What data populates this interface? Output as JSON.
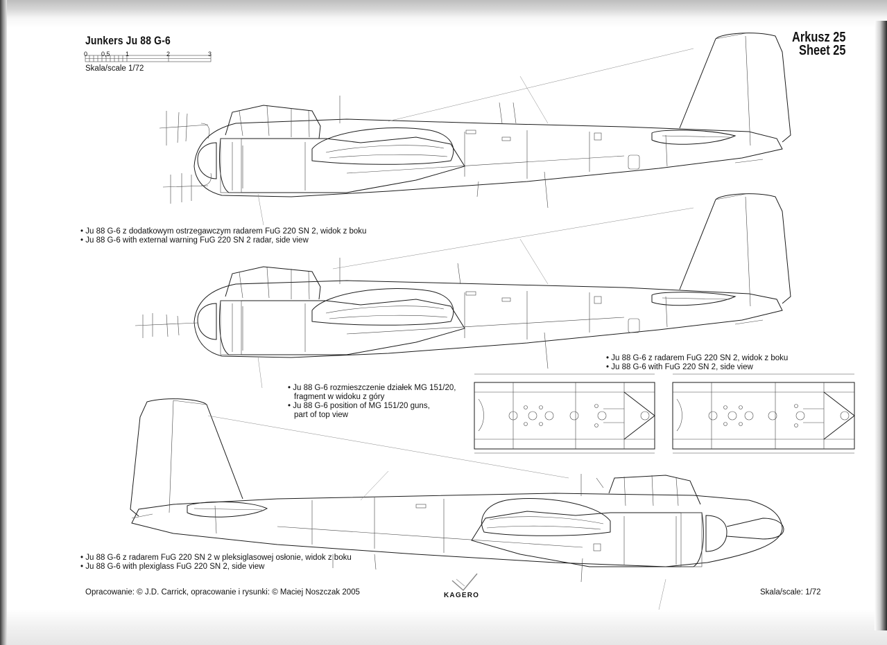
{
  "header": {
    "title": "Junkers Ju 88 G-6",
    "sheet_pl": "Arkusz 25",
    "sheet_en": "Sheet 25",
    "scale_numbers": [
      "0",
      "0,5",
      "1",
      "2",
      "3"
    ],
    "scale_label": "Skala/scale 1/72"
  },
  "captions": {
    "view1": {
      "pl": "Ju 88 G-6 z dodatkowym ostrzegawczym radarem FuG 220 SN 2, widok z boku",
      "en": "Ju 88 G-6 with external warning FuG 220 SN 2 radar, side view"
    },
    "view2": {
      "pl": "Ju 88 G-6 z radarem FuG 220 SN 2, widok z boku",
      "en": "Ju 88 G-6 with FuG 220 SN 2, side view"
    },
    "detail": {
      "pl_1": "Ju 88 G-6 rozmieszczenie działek MG 151/20,",
      "pl_2": "fragment w widoku z góry",
      "en_1": "Ju 88 G-6 position of MG 151/20 guns,",
      "en_2": "part of top view"
    },
    "view3": {
      "pl": "Ju 88 G-6 z radarem FuG 220 SN 2 w pleksiglasowej osłonie, widok z boku",
      "en": "Ju 88 G-6 with plexiglass FuG 220 SN 2, side view"
    }
  },
  "footer": {
    "credit": "Opracowanie: © J.D. Carrick, opracowanie i rysunki: © Maciej Noszczak 2005",
    "publisher": "KAGERO",
    "scale": "Skala/scale: 1/72"
  },
  "colors": {
    "line": "#1a1a1a",
    "paper": "#ffffff"
  }
}
